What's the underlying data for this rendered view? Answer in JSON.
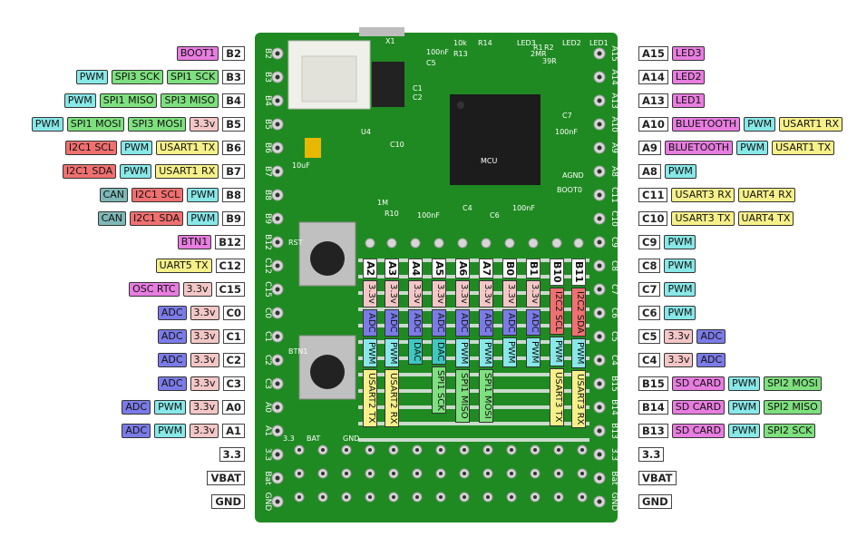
{
  "colors": {
    "BOOT": "#e87de0",
    "LED": "#e87de0",
    "BTN": "#e87de0",
    "BLUETOOTH": "#e87de0",
    "OSC": "#e87de0",
    "SDCARD": "#e87de0",
    "PWM": "#88e8e8",
    "SPI": "#7ee07e",
    "I2C": "#f07070",
    "USART": "#f6f08a",
    "UART": "#f6f08a",
    "CAN": "#7fb8b8",
    "ADC": "#7b7be8",
    "DAC": "#3fc8c0",
    "3V3": "#f4c7c7",
    "board": "#1f8a22",
    "board_dark": "#146815",
    "pad": "#d7d7d7"
  },
  "left_pins": [
    {
      "pin": "B2",
      "tags": [
        {
          "t": "BOOT1",
          "c": "BOOT"
        }
      ]
    },
    {
      "pin": "B3",
      "tags": [
        {
          "t": "PWM",
          "c": "PWM"
        },
        {
          "t": "SPI3 SCK",
          "c": "SPI"
        },
        {
          "t": "SPI1 SCK",
          "c": "SPI"
        }
      ]
    },
    {
      "pin": "B4",
      "tags": [
        {
          "t": "PWM",
          "c": "PWM"
        },
        {
          "t": "SPI1 MISO",
          "c": "SPI"
        },
        {
          "t": "SPI3 MISO",
          "c": "SPI"
        }
      ]
    },
    {
      "pin": "B5",
      "tags": [
        {
          "t": "PWM",
          "c": "PWM"
        },
        {
          "t": "SPI1 MOSI",
          "c": "SPI"
        },
        {
          "t": "SPI3 MOSI",
          "c": "SPI"
        },
        {
          "t": "3.3v",
          "c": "3V3"
        }
      ]
    },
    {
      "pin": "B6",
      "tags": [
        {
          "t": "I2C1 SCL",
          "c": "I2C"
        },
        {
          "t": "PWM",
          "c": "PWM"
        },
        {
          "t": "USART1 TX",
          "c": "USART"
        }
      ]
    },
    {
      "pin": "B7",
      "tags": [
        {
          "t": "I2C1 SDA",
          "c": "I2C"
        },
        {
          "t": "PWM",
          "c": "PWM"
        },
        {
          "t": "USART1 RX",
          "c": "USART"
        }
      ]
    },
    {
      "pin": "B8",
      "tags": [
        {
          "t": "CAN",
          "c": "CAN"
        },
        {
          "t": "I2C1 SCL",
          "c": "I2C"
        },
        {
          "t": "PWM",
          "c": "PWM"
        }
      ]
    },
    {
      "pin": "B9",
      "tags": [
        {
          "t": "CAN",
          "c": "CAN"
        },
        {
          "t": "I2C1 SDA",
          "c": "I2C"
        },
        {
          "t": "PWM",
          "c": "PWM"
        }
      ]
    },
    {
      "pin": "B12",
      "tags": [
        {
          "t": "BTN1",
          "c": "BTN"
        }
      ]
    },
    {
      "pin": "C12",
      "tags": [
        {
          "t": "UART5 TX",
          "c": "UART"
        }
      ]
    },
    {
      "pin": "C15",
      "tags": [
        {
          "t": "OSC RTC",
          "c": "OSC"
        },
        {
          "t": "3.3v",
          "c": "3V3"
        }
      ]
    },
    {
      "pin": "C0",
      "tags": [
        {
          "t": "ADC",
          "c": "ADC"
        },
        {
          "t": "3.3v",
          "c": "3V3"
        }
      ]
    },
    {
      "pin": "C1",
      "tags": [
        {
          "t": "ADC",
          "c": "ADC"
        },
        {
          "t": "3.3v",
          "c": "3V3"
        }
      ]
    },
    {
      "pin": "C2",
      "tags": [
        {
          "t": "ADC",
          "c": "ADC"
        },
        {
          "t": "3.3v",
          "c": "3V3"
        }
      ]
    },
    {
      "pin": "C3",
      "tags": [
        {
          "t": "ADC",
          "c": "ADC"
        },
        {
          "t": "3.3v",
          "c": "3V3"
        }
      ]
    },
    {
      "pin": "A0",
      "tags": [
        {
          "t": "ADC",
          "c": "ADC"
        },
        {
          "t": "PWM",
          "c": "PWM"
        },
        {
          "t": "3.3v",
          "c": "3V3"
        }
      ]
    },
    {
      "pin": "A1",
      "tags": [
        {
          "t": "ADC",
          "c": "ADC"
        },
        {
          "t": "PWM",
          "c": "PWM"
        },
        {
          "t": "3.3v",
          "c": "3V3"
        }
      ]
    },
    {
      "pin": "3.3",
      "tags": []
    },
    {
      "pin": "VBAT",
      "tags": []
    },
    {
      "pin": "GND",
      "tags": []
    }
  ],
  "right_pins": [
    {
      "pin": "A15",
      "tags": [
        {
          "t": "LED3",
          "c": "LED"
        }
      ]
    },
    {
      "pin": "A14",
      "tags": [
        {
          "t": "LED2",
          "c": "LED"
        }
      ]
    },
    {
      "pin": "A13",
      "tags": [
        {
          "t": "LED1",
          "c": "LED"
        }
      ]
    },
    {
      "pin": "A10",
      "tags": [
        {
          "t": "BLUETOOTH",
          "c": "BLUETOOTH"
        },
        {
          "t": "PWM",
          "c": "PWM"
        },
        {
          "t": "USART1 RX",
          "c": "USART"
        }
      ]
    },
    {
      "pin": "A9",
      "tags": [
        {
          "t": "BLUETOOTH",
          "c": "BLUETOOTH"
        },
        {
          "t": "PWM",
          "c": "PWM"
        },
        {
          "t": "USART1 TX",
          "c": "USART"
        }
      ]
    },
    {
      "pin": "A8",
      "tags": [
        {
          "t": "PWM",
          "c": "PWM"
        }
      ]
    },
    {
      "pin": "C11",
      "tags": [
        {
          "t": "USART3 RX",
          "c": "USART"
        },
        {
          "t": "UART4 RX",
          "c": "UART"
        }
      ]
    },
    {
      "pin": "C10",
      "tags": [
        {
          "t": "USART3 TX",
          "c": "USART"
        },
        {
          "t": "UART4 TX",
          "c": "UART"
        }
      ]
    },
    {
      "pin": "C9",
      "tags": [
        {
          "t": "PWM",
          "c": "PWM"
        }
      ]
    },
    {
      "pin": "C8",
      "tags": [
        {
          "t": "PWM",
          "c": "PWM"
        }
      ]
    },
    {
      "pin": "C7",
      "tags": [
        {
          "t": "PWM",
          "c": "PWM"
        }
      ]
    },
    {
      "pin": "C6",
      "tags": [
        {
          "t": "PWM",
          "c": "PWM"
        }
      ]
    },
    {
      "pin": "C5",
      "tags": [
        {
          "t": "3.3v",
          "c": "3V3"
        },
        {
          "t": "ADC",
          "c": "ADC"
        }
      ]
    },
    {
      "pin": "C4",
      "tags": [
        {
          "t": "3.3v",
          "c": "3V3"
        },
        {
          "t": "ADC",
          "c": "ADC"
        }
      ]
    },
    {
      "pin": "B15",
      "tags": [
        {
          "t": "SD CARD",
          "c": "SDCARD"
        },
        {
          "t": "PWM",
          "c": "PWM"
        },
        {
          "t": "SPI2 MOSI",
          "c": "SPI"
        }
      ]
    },
    {
      "pin": "B14",
      "tags": [
        {
          "t": "SD CARD",
          "c": "SDCARD"
        },
        {
          "t": "PWM",
          "c": "PWM"
        },
        {
          "t": "SPI2 MISO",
          "c": "SPI"
        }
      ]
    },
    {
      "pin": "B13",
      "tags": [
        {
          "t": "SD CARD",
          "c": "SDCARD"
        },
        {
          "t": "PWM",
          "c": "PWM"
        },
        {
          "t": "SPI2 SCK",
          "c": "SPI"
        }
      ]
    },
    {
      "pin": "3.3",
      "tags": []
    },
    {
      "pin": "VBAT",
      "tags": []
    },
    {
      "pin": "GND",
      "tags": []
    }
  ],
  "bottom_pins": [
    {
      "pin": "A2",
      "tags": [
        {
          "t": "3.3v",
          "c": "3V3"
        },
        {
          "t": "ADC",
          "c": "ADC"
        },
        {
          "t": "PWM",
          "c": "PWM"
        },
        {
          "t": "USART2 TX",
          "c": "USART"
        }
      ]
    },
    {
      "pin": "A3",
      "tags": [
        {
          "t": "3.3v",
          "c": "3V3"
        },
        {
          "t": "ADC",
          "c": "ADC"
        },
        {
          "t": "PWM",
          "c": "PWM"
        },
        {
          "t": "USART2 RX",
          "c": "USART"
        }
      ]
    },
    {
      "pin": "A4",
      "tags": [
        {
          "t": "3.3v",
          "c": "3V3"
        },
        {
          "t": "ADC",
          "c": "ADC"
        },
        {
          "t": "DAC",
          "c": "DAC"
        }
      ]
    },
    {
      "pin": "A5",
      "tags": [
        {
          "t": "3.3v",
          "c": "3V3"
        },
        {
          "t": "ADC",
          "c": "ADC"
        },
        {
          "t": "DAC",
          "c": "DAC"
        },
        {
          "t": "SPI1 SCK",
          "c": "SPI"
        }
      ]
    },
    {
      "pin": "A6",
      "tags": [
        {
          "t": "3.3v",
          "c": "3V3"
        },
        {
          "t": "ADC",
          "c": "ADC"
        },
        {
          "t": "PWM",
          "c": "PWM"
        },
        {
          "t": "SPI1 MISO",
          "c": "SPI"
        }
      ]
    },
    {
      "pin": "A7",
      "tags": [
        {
          "t": "3.3v",
          "c": "3V3"
        },
        {
          "t": "ADC",
          "c": "ADC"
        },
        {
          "t": "PWM",
          "c": "PWM"
        },
        {
          "t": "SPI1 MOSI",
          "c": "SPI"
        }
      ]
    },
    {
      "pin": "B0",
      "tags": [
        {
          "t": "3.3v",
          "c": "3V3"
        },
        {
          "t": "ADC",
          "c": "ADC"
        },
        {
          "t": "PWM",
          "c": "PWM"
        }
      ]
    },
    {
      "pin": "B1",
      "tags": [
        {
          "t": "3.3v",
          "c": "3V3"
        },
        {
          "t": "ADC",
          "c": "ADC"
        },
        {
          "t": "PWM",
          "c": "PWM"
        }
      ]
    },
    {
      "pin": "B10",
      "tags": [
        {
          "t": "I2C2 SCL",
          "c": "I2C"
        },
        {
          "t": "PWM",
          "c": "PWM"
        },
        {
          "t": "USART3 TX",
          "c": "USART"
        }
      ]
    },
    {
      "pin": "B11",
      "tags": [
        {
          "t": "I2C2 SDA",
          "c": "I2C"
        },
        {
          "t": "PWM",
          "c": "PWM"
        },
        {
          "t": "USART3 RX",
          "c": "USART"
        }
      ]
    }
  ],
  "silkscreen": {
    "left_labels": [
      "B2",
      "B3",
      "B4",
      "B5",
      "B6",
      "B7",
      "B8",
      "B9",
      "B12",
      "C12",
      "C15",
      "C0",
      "C1",
      "C2",
      "C3",
      "A0",
      "A1",
      "3.3",
      "Bat",
      "GND"
    ],
    "right_labels": [
      "A15",
      "A14",
      "A13",
      "A10",
      "A9",
      "A8",
      "C11",
      "C10",
      "C9",
      "C8",
      "C7",
      "C6",
      "C5",
      "C4",
      "B15",
      "B14",
      "B13",
      "3.3",
      "Bat",
      "GND"
    ],
    "parts": [
      "10k",
      "R13",
      "R14",
      "LED3",
      "LED2",
      "LED1",
      "100nF",
      "C5",
      "U4",
      "C10",
      "C7",
      "100nF",
      "C4",
      "100nF",
      "C6",
      "100nF",
      "R10",
      "1M",
      "RST",
      "BTN1",
      "BAT",
      "3.3",
      "GND",
      "39R",
      "2MR",
      "R2",
      "R1",
      "X1",
      "C1",
      "C2",
      "10uF",
      "MCU",
      "BOOT0",
      "AGND"
    ]
  }
}
